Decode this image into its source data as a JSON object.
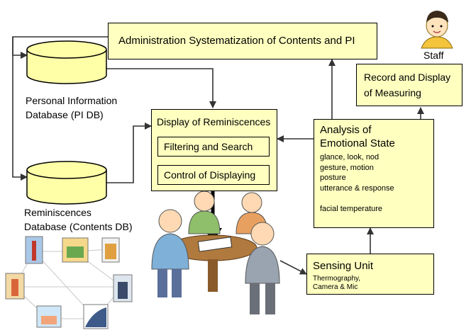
{
  "boxes": {
    "administration": "Administration   Systematization of Contents and PI",
    "record_line1": "Record and Display",
    "record_line2": "of Measuring",
    "display_title": "Display of Reminiscences",
    "filtering": "Filtering and Search",
    "control": "Control of Displaying",
    "analysis_line1": "Analysis  of",
    "analysis_line2": "Emotional State",
    "analysis_items": [
      "glance, look, nod",
      "gesture, motion",
      "posture",
      "utterance  & response",
      "",
      "facial temperature"
    ],
    "sensing_title": "Sensing Unit",
    "sensing_sub1": "Thermography,",
    "sensing_sub2": "Camera & Mic"
  },
  "databases": {
    "pi_line1": "Personal Information",
    "pi_line2": "Database  (PI DB)",
    "contents_line1": "Reminiscences",
    "contents_line2": "Database (Contents DB)"
  },
  "staff_label": "Staff",
  "colors": {
    "box_fill": "#ffffc0",
    "border": "#000000",
    "arrow": "#333333"
  }
}
